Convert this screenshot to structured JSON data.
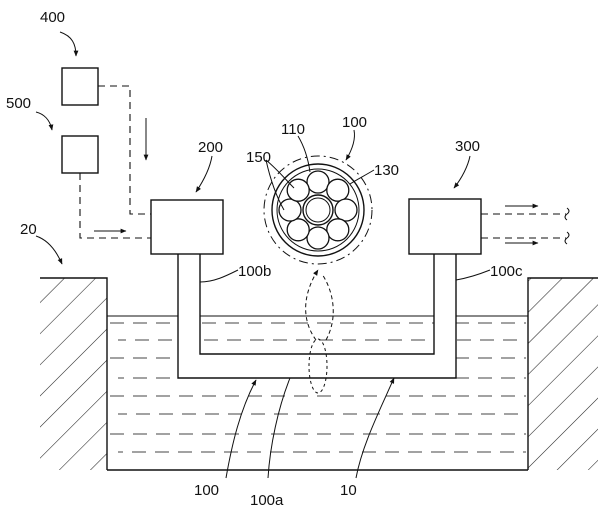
{
  "labels": {
    "unit_400": "400",
    "unit_500": "500",
    "unit_200": "200",
    "unit_300": "300",
    "cross_section": "100",
    "part_110": "110",
    "part_150": "150",
    "part_130": "130",
    "ground": "20",
    "pipe_end_b": "100b",
    "pipe_end_c": "100c",
    "pipe": "100",
    "pipe_bottom": "100a",
    "water": "10"
  }
}
